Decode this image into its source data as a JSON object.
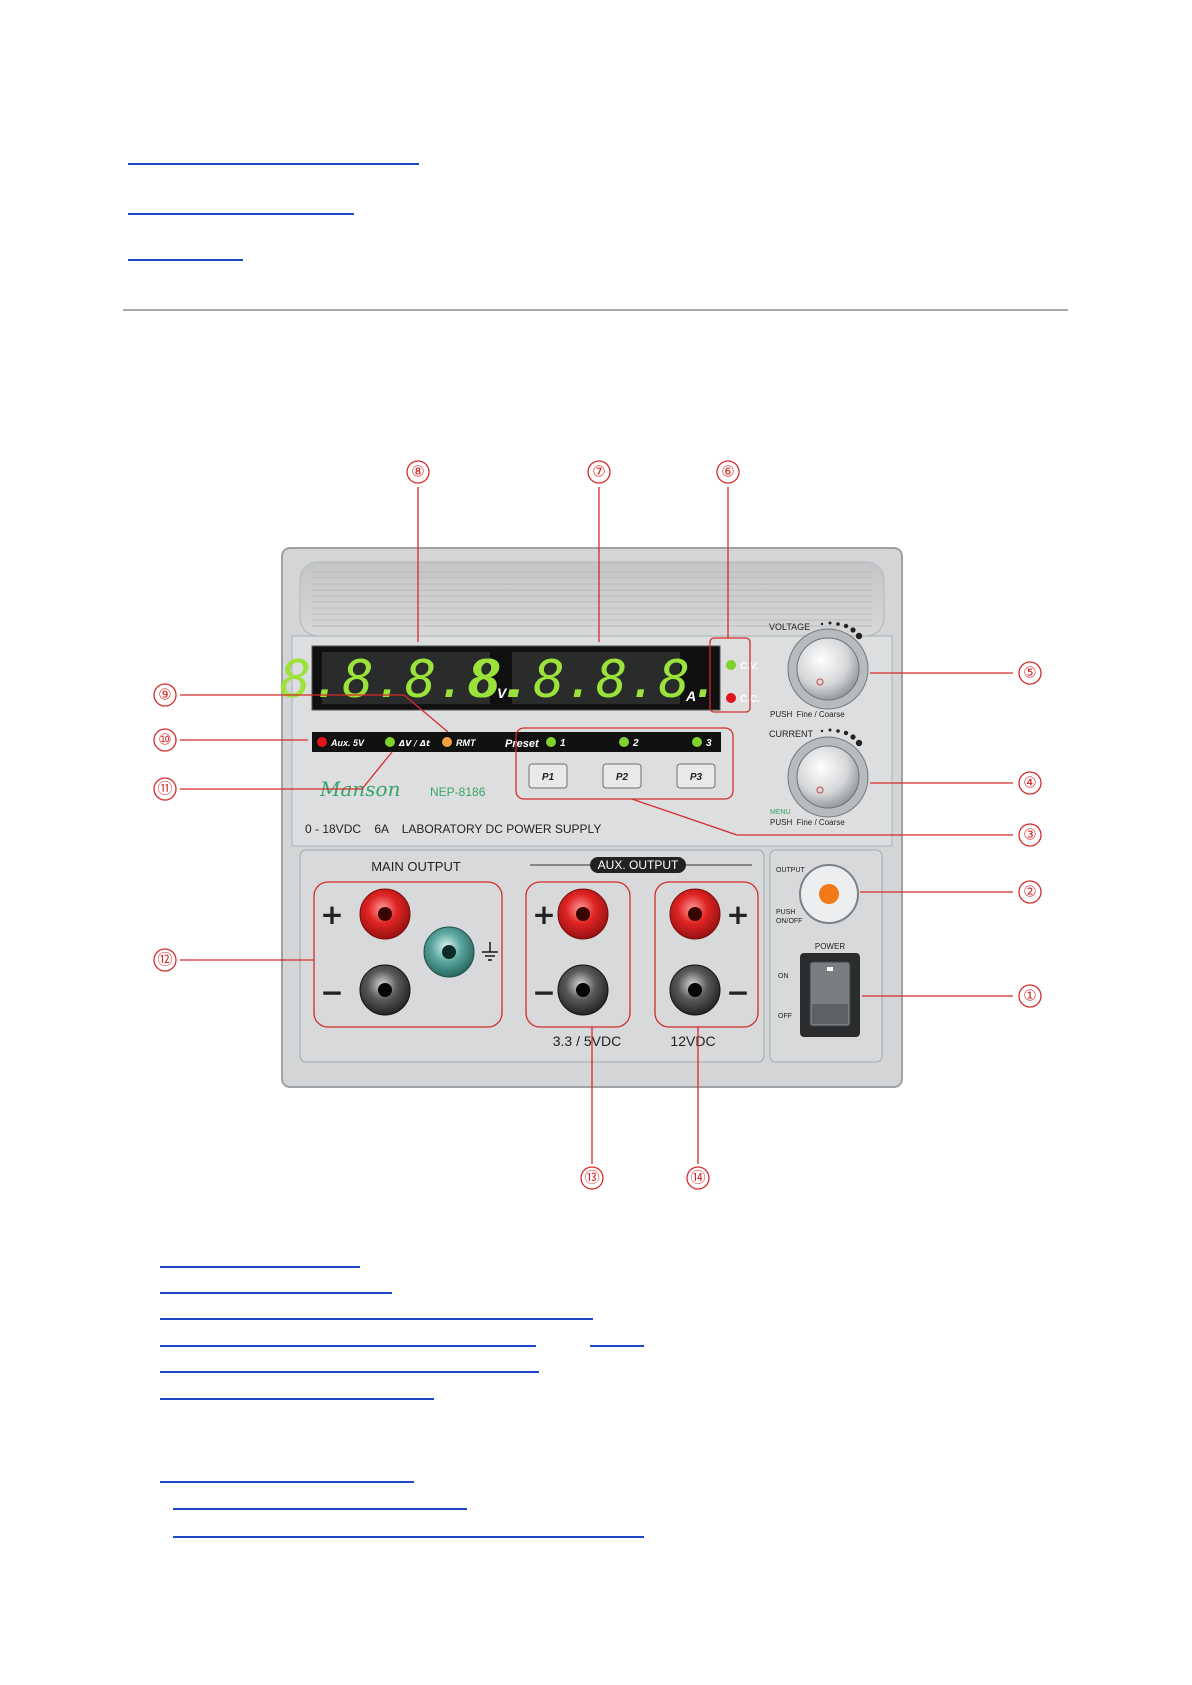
{
  "nav_links": [
    {
      "id": "top-link-1"
    },
    {
      "id": "top-link-2"
    },
    {
      "id": "top-link-3"
    }
  ],
  "panel": {
    "voltage_display": "8.8.8.8.",
    "voltage_unit": "V",
    "current_display": "8.8.8.8.",
    "current_unit": "A",
    "cv_label": "C.V.",
    "cc_label": "C.C.",
    "voltage_knob_label": "VOLTAGE",
    "voltage_knob_push": "PUSH  Fine / Coarse",
    "current_knob_label": "CURRENT",
    "current_knob_menu": "MENU",
    "current_knob_push": "PUSH  Fine / Coarse",
    "indicator_aux5v": "Aux. 5V",
    "indicator_dv": "ΔV / Δt",
    "indicator_rmt": "RMT",
    "preset_label": "Preset",
    "preset_1": "1",
    "preset_2": "2",
    "preset_3": "3",
    "button_p1": "P1",
    "button_p2": "P2",
    "button_p3": "P3",
    "brand": "Manson",
    "model": "NEP-8186",
    "spec_line": "0 - 18VDC    6A    LABORATORY DC POWER SUPPLY",
    "main_output_title": "MAIN OUTPUT",
    "aux_output_title": "AUX. OUTPUT",
    "aux_left_label": "3.3 / 5VDC",
    "aux_right_label": "12VDC",
    "output_label": "OUTPUT",
    "output_push": "PUSH",
    "output_onoff": "ON/OFF",
    "power_label": "POWER",
    "power_on": "ON",
    "power_off": "OFF",
    "plus": "+",
    "minus": "−"
  },
  "callouts": {
    "n1": "①",
    "n2": "②",
    "n3": "③",
    "n4": "④",
    "n5": "⑤",
    "n6": "⑥",
    "n7": "⑦",
    "n8": "⑧",
    "n9": "⑨",
    "n10": "⑩",
    "n11": "⑪",
    "n12": "⑫",
    "n13": "⑬",
    "n14": "⑭"
  },
  "colors": {
    "link": "#1f47c9",
    "callout_red": "#d62b2b",
    "panel_gray": "#d9dadb",
    "display_green": "#9be23a",
    "led_green": "#7fd12b",
    "led_red": "#e1151c",
    "led_orange": "#f2a23a",
    "output_orange": "#f07a18"
  }
}
